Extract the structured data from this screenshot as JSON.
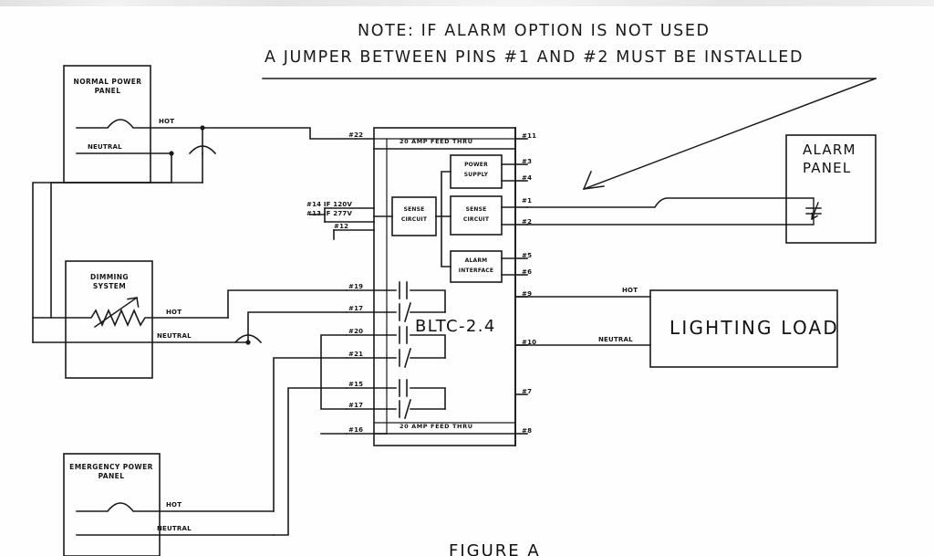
{
  "figure": {
    "caption": "FIGURE A",
    "note_line_1": "NOTE: IF ALARM OPTION IS NOT USED",
    "note_line_2": "A JUMPER BETWEEN PINS #1 AND #2 MUST BE INSTALLED"
  },
  "panels": {
    "normal_power": {
      "title_line_1": "NORMAL POWER",
      "title_line_2": "PANEL",
      "hot_label": "HOT",
      "neutral_label": "NEUTRAL"
    },
    "dimming_system": {
      "title_line_1": "DIMMING",
      "title_line_2": "SYSTEM",
      "hot_label": "HOT",
      "neutral_label": "NEUTRAL"
    },
    "emergency_power": {
      "title_line_1": "EMERGENCY POWER",
      "title_line_2": "PANEL",
      "hot_label": "HOT",
      "neutral_label": "NEUTRAL"
    },
    "alarm_panel": {
      "title_line_1": "ALARM",
      "title_line_2": "PANEL"
    },
    "lighting_load": {
      "title": "LIGHTING LOAD",
      "hot_label": "HOT",
      "neutral_label": "NEUTRAL"
    }
  },
  "module": {
    "name": "BLTC-2.4",
    "feed_thru_top": "20 AMP FEED THRU",
    "feed_thru_bottom": "20 AMP FEED THRU",
    "blocks": [
      {
        "line_1": "POWER",
        "line_2": "SUPPLY"
      },
      {
        "line_1": "SENSE",
        "line_2": "CIRCUIT"
      },
      {
        "line_1": "SENSE",
        "line_2": "CIRCUIT"
      },
      {
        "line_1": "ALARM",
        "line_2": "INTERFACE"
      }
    ],
    "left_terminals": [
      {
        "label": "#22"
      },
      {
        "label": "#14 IF 120V"
      },
      {
        "label": "#13 IF 277V"
      },
      {
        "label": "#12"
      },
      {
        "label": "#19"
      },
      {
        "label": "#17"
      },
      {
        "label": "#20"
      },
      {
        "label": "#21"
      },
      {
        "label": "#15"
      },
      {
        "label": "#17"
      },
      {
        "label": "#16"
      }
    ],
    "right_pins": [
      {
        "label": "#11"
      },
      {
        "label": "#3"
      },
      {
        "label": "#4"
      },
      {
        "label": "#1"
      },
      {
        "label": "#2"
      },
      {
        "label": "#5"
      },
      {
        "label": "#6"
      },
      {
        "label": "#9"
      },
      {
        "label": "#10"
      },
      {
        "label": "#7"
      },
      {
        "label": "#8"
      }
    ]
  },
  "colors": {
    "ink": "#111111",
    "paper": "#fefefe",
    "wire": "#1a1a1a"
  }
}
